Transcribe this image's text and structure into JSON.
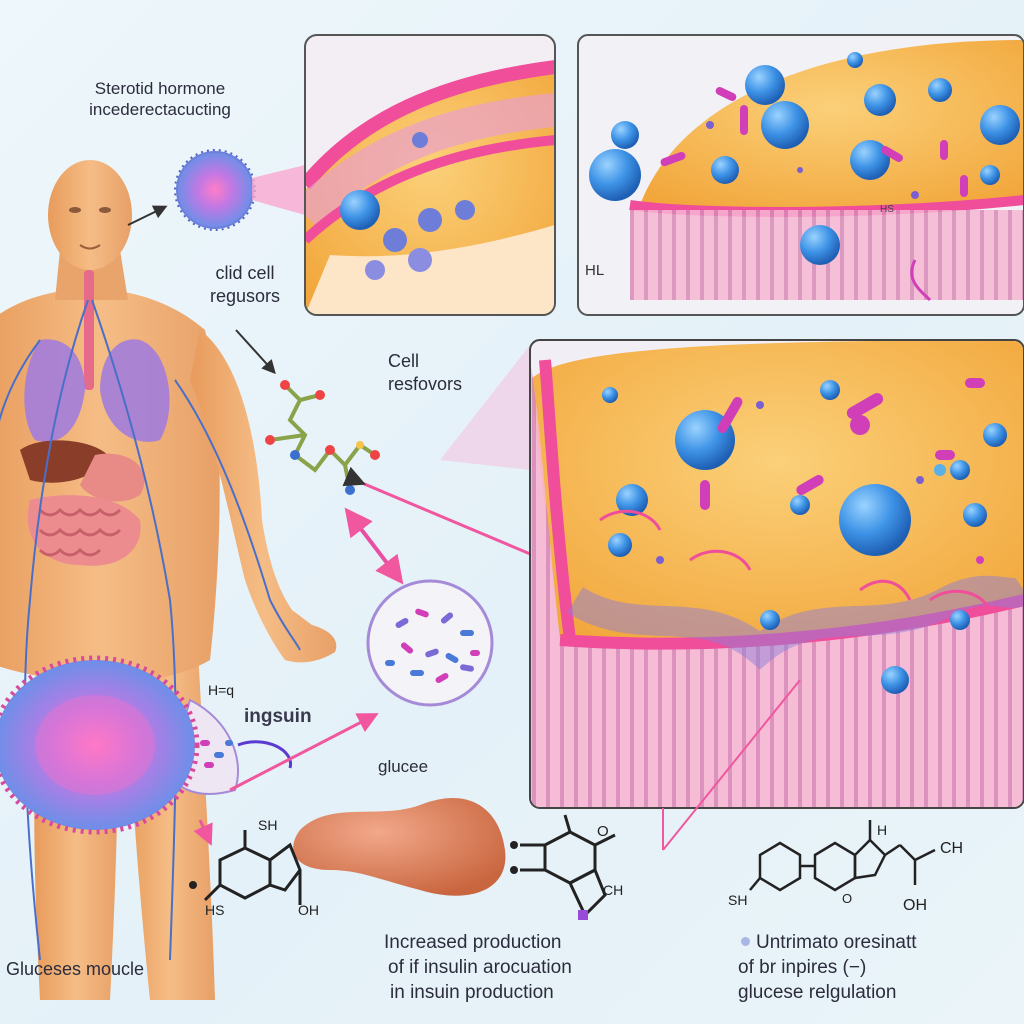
{
  "labels": {
    "top_line1": "Sterotid hormone",
    "top_line2": "incederectacucting",
    "cell_line1": "clid cell",
    "cell_line2": "regusors",
    "res_line1": "Cell",
    "res_line2": "resfovors",
    "insulin": "ingsuin",
    "h_label": "H=q",
    "glucose": "glucee",
    "bottom_left": "Gluceses moucle",
    "mid_line1": "Increased production",
    "mid_line2": "of if insulin arocuation",
    "mid_line3": "in insuin production",
    "right_line1": "Untrimato oresinatt",
    "right_line2": "of br inpires (−)",
    "right_line3": "glucese relgulation",
    "hl": "HL",
    "sh_left": "SH",
    "hs_left": "HS",
    "oh_left": "OH",
    "ch_mid": "CH",
    "sh_right": "SH",
    "ch_right": "CH",
    "h_right": "H",
    "oh_right": "OH",
    "o_right": "O",
    "hs_panel": "HS",
    "o_mid": "O"
  },
  "colors": {
    "membrane_pink": "#f04d9a",
    "cytoplasm": "#f5b24e",
    "molecule_blue": "#3d8fe0",
    "molecule_magenta": "#d13fb8",
    "arrow_pink": "#f0579f",
    "skin": "#f0b27a"
  }
}
